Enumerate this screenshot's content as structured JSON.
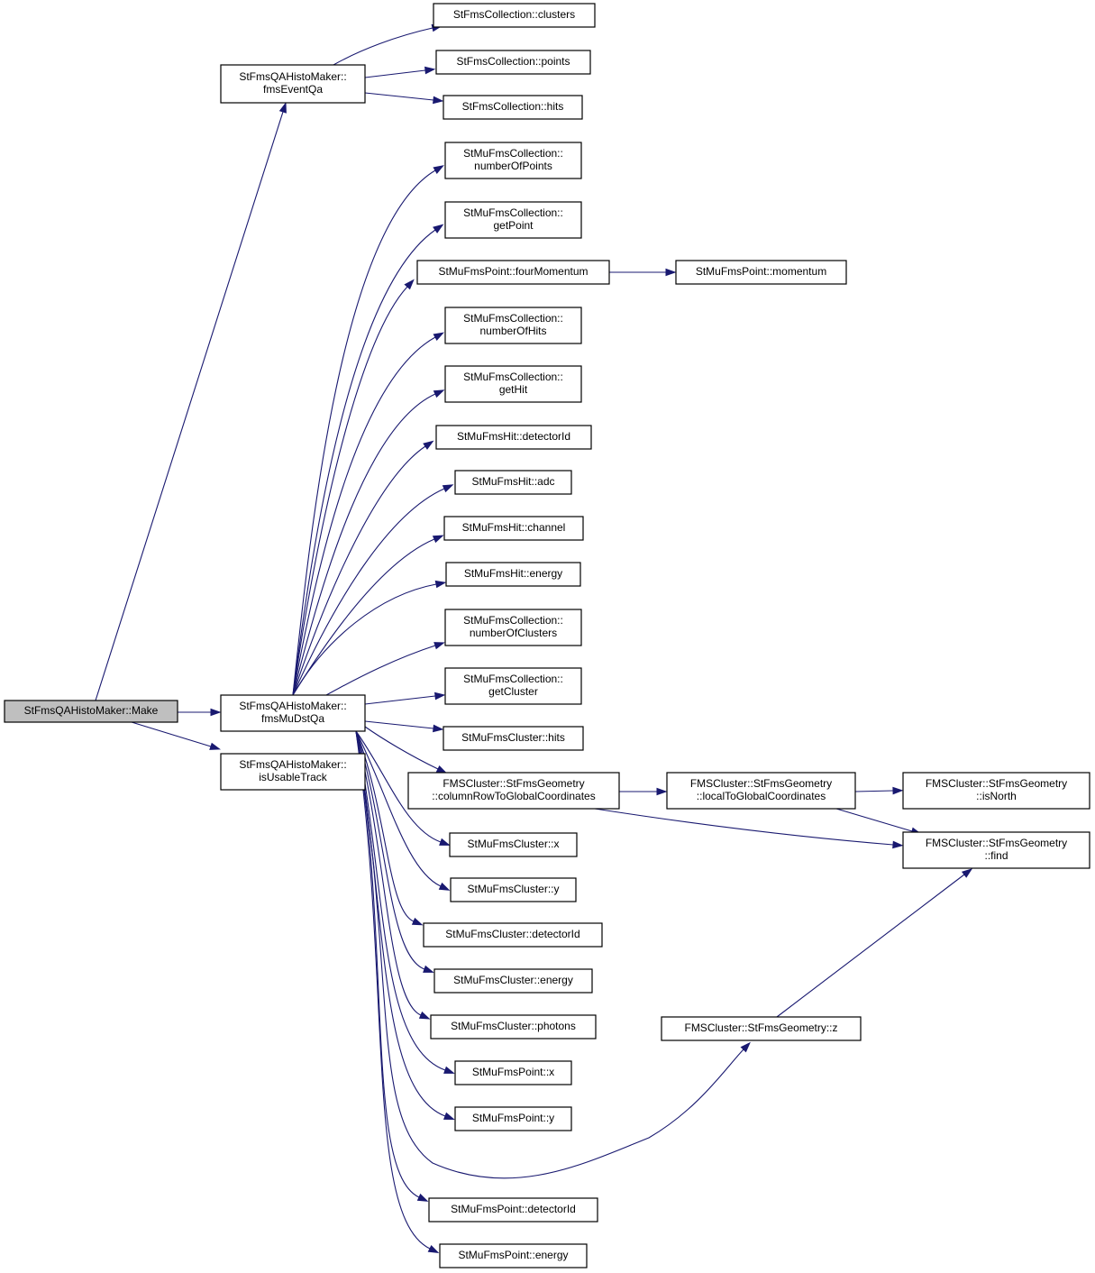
{
  "colors": {
    "edge": "#191970",
    "root_fill": "#bfbfbf",
    "node_fill": "#ffffff",
    "border": "#000000"
  },
  "nodes": [
    {
      "id": "make",
      "lines": [
        "StFmsQAHistoMaker::Make"
      ],
      "root": true
    },
    {
      "id": "fmsEventQa",
      "lines": [
        "StFmsQAHistoMaker::",
        "fmsEventQa"
      ]
    },
    {
      "id": "fmsMuDstQa",
      "lines": [
        "StFmsQAHistoMaker::",
        "fmsMuDstQa"
      ]
    },
    {
      "id": "isUsableTrack",
      "lines": [
        "StFmsQAHistoMaker::",
        "isUsableTrack"
      ]
    },
    {
      "id": "coll_clusters",
      "lines": [
        "StFmsCollection::clusters"
      ]
    },
    {
      "id": "coll_points",
      "lines": [
        "StFmsCollection::points"
      ]
    },
    {
      "id": "coll_hits",
      "lines": [
        "StFmsCollection::hits"
      ]
    },
    {
      "id": "mu_numberOfPoints",
      "lines": [
        "StMuFmsCollection::",
        "numberOfPoints"
      ]
    },
    {
      "id": "mu_getPoint",
      "lines": [
        "StMuFmsCollection::",
        "getPoint"
      ]
    },
    {
      "id": "point_fourMomentum",
      "lines": [
        "StMuFmsPoint::fourMomentum"
      ]
    },
    {
      "id": "point_momentum",
      "lines": [
        "StMuFmsPoint::momentum"
      ]
    },
    {
      "id": "mu_numberOfHits",
      "lines": [
        "StMuFmsCollection::",
        "numberOfHits"
      ]
    },
    {
      "id": "mu_getHit",
      "lines": [
        "StMuFmsCollection::",
        "getHit"
      ]
    },
    {
      "id": "hit_detectorId",
      "lines": [
        "StMuFmsHit::detectorId"
      ]
    },
    {
      "id": "hit_adc",
      "lines": [
        "StMuFmsHit::adc"
      ]
    },
    {
      "id": "hit_channel",
      "lines": [
        "StMuFmsHit::channel"
      ]
    },
    {
      "id": "hit_energy",
      "lines": [
        "StMuFmsHit::energy"
      ]
    },
    {
      "id": "mu_numberOfClusters",
      "lines": [
        "StMuFmsCollection::",
        "numberOfClusters"
      ]
    },
    {
      "id": "mu_getCluster",
      "lines": [
        "StMuFmsCollection::",
        "getCluster"
      ]
    },
    {
      "id": "cluster_hits",
      "lines": [
        "StMuFmsCluster::hits"
      ]
    },
    {
      "id": "geo_colRow",
      "lines": [
        "FMSCluster::StFmsGeometry",
        "::columnRowToGlobalCoordinates"
      ]
    },
    {
      "id": "geo_localToGlobal",
      "lines": [
        "FMSCluster::StFmsGeometry",
        "::localToGlobalCoordinates"
      ]
    },
    {
      "id": "geo_isNorth",
      "lines": [
        "FMSCluster::StFmsGeometry",
        "::isNorth"
      ]
    },
    {
      "id": "geo_find",
      "lines": [
        "FMSCluster::StFmsGeometry",
        "::find"
      ]
    },
    {
      "id": "cluster_x",
      "lines": [
        "StMuFmsCluster::x"
      ]
    },
    {
      "id": "cluster_y",
      "lines": [
        "StMuFmsCluster::y"
      ]
    },
    {
      "id": "cluster_detectorId",
      "lines": [
        "StMuFmsCluster::detectorId"
      ]
    },
    {
      "id": "cluster_energy",
      "lines": [
        "StMuFmsCluster::energy"
      ]
    },
    {
      "id": "cluster_photons",
      "lines": [
        "StMuFmsCluster::photons"
      ]
    },
    {
      "id": "geo_z",
      "lines": [
        "FMSCluster::StFmsGeometry::z"
      ]
    },
    {
      "id": "point_x",
      "lines": [
        "StMuFmsPoint::x"
      ]
    },
    {
      "id": "point_y",
      "lines": [
        "StMuFmsPoint::y"
      ]
    },
    {
      "id": "point_detectorId",
      "lines": [
        "StMuFmsPoint::detectorId"
      ]
    },
    {
      "id": "point_energy",
      "lines": [
        "StMuFmsPoint::energy"
      ]
    }
  ],
  "edges": [
    {
      "from": "make",
      "to": "fmsEventQa"
    },
    {
      "from": "make",
      "to": "fmsMuDstQa"
    },
    {
      "from": "make",
      "to": "isUsableTrack"
    },
    {
      "from": "fmsEventQa",
      "to": "coll_clusters"
    },
    {
      "from": "fmsEventQa",
      "to": "coll_points"
    },
    {
      "from": "fmsEventQa",
      "to": "coll_hits"
    },
    {
      "from": "fmsMuDstQa",
      "to": "mu_numberOfPoints"
    },
    {
      "from": "fmsMuDstQa",
      "to": "mu_getPoint"
    },
    {
      "from": "fmsMuDstQa",
      "to": "point_fourMomentum"
    },
    {
      "from": "fmsMuDstQa",
      "to": "mu_numberOfHits"
    },
    {
      "from": "fmsMuDstQa",
      "to": "mu_getHit"
    },
    {
      "from": "fmsMuDstQa",
      "to": "hit_detectorId"
    },
    {
      "from": "fmsMuDstQa",
      "to": "hit_adc"
    },
    {
      "from": "fmsMuDstQa",
      "to": "hit_channel"
    },
    {
      "from": "fmsMuDstQa",
      "to": "hit_energy"
    },
    {
      "from": "fmsMuDstQa",
      "to": "mu_numberOfClusters"
    },
    {
      "from": "fmsMuDstQa",
      "to": "mu_getCluster"
    },
    {
      "from": "fmsMuDstQa",
      "to": "cluster_hits"
    },
    {
      "from": "fmsMuDstQa",
      "to": "geo_colRow"
    },
    {
      "from": "fmsMuDstQa",
      "to": "cluster_x"
    },
    {
      "from": "fmsMuDstQa",
      "to": "cluster_y"
    },
    {
      "from": "fmsMuDstQa",
      "to": "cluster_detectorId"
    },
    {
      "from": "fmsMuDstQa",
      "to": "cluster_energy"
    },
    {
      "from": "fmsMuDstQa",
      "to": "cluster_photons"
    },
    {
      "from": "fmsMuDstQa",
      "to": "point_x"
    },
    {
      "from": "fmsMuDstQa",
      "to": "point_y"
    },
    {
      "from": "fmsMuDstQa",
      "to": "geo_z"
    },
    {
      "from": "fmsMuDstQa",
      "to": "point_detectorId"
    },
    {
      "from": "fmsMuDstQa",
      "to": "point_energy"
    },
    {
      "from": "point_fourMomentum",
      "to": "point_momentum"
    },
    {
      "from": "geo_colRow",
      "to": "geo_localToGlobal"
    },
    {
      "from": "geo_colRow",
      "to": "geo_find"
    },
    {
      "from": "geo_localToGlobal",
      "to": "geo_isNorth"
    },
    {
      "from": "geo_localToGlobal",
      "to": "geo_find"
    },
    {
      "from": "geo_z",
      "to": "geo_find"
    }
  ]
}
